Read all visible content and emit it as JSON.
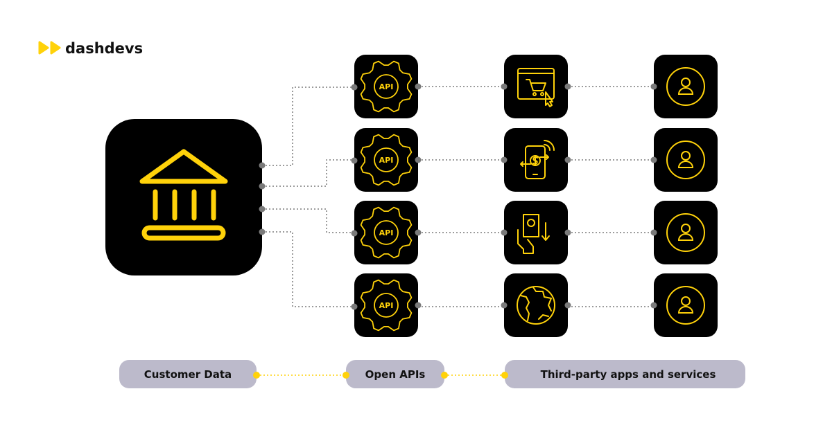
{
  "brand": {
    "name": "dashdevs"
  },
  "diagram": {
    "source": {
      "icon": "bank-icon"
    },
    "rows": [
      {
        "api_label": "API",
        "app_icon": "online-shop-cart-icon",
        "user_icon": "user-icon"
      },
      {
        "api_label": "API",
        "app_icon": "mobile-payment-icon",
        "user_icon": "user-icon"
      },
      {
        "api_label": "API",
        "app_icon": "atm-cash-withdrawal-icon",
        "user_icon": "user-icon"
      },
      {
        "api_label": "API",
        "app_icon": "globe-icon",
        "user_icon": "user-icon"
      }
    ],
    "legend": [
      "Customer Data",
      "Open APIs",
      "Third-party apps and services"
    ]
  },
  "colors": {
    "accent": "#FFD20A",
    "box": "#000000",
    "connector": "#7a7a7a",
    "pill": "#BCBACB"
  }
}
